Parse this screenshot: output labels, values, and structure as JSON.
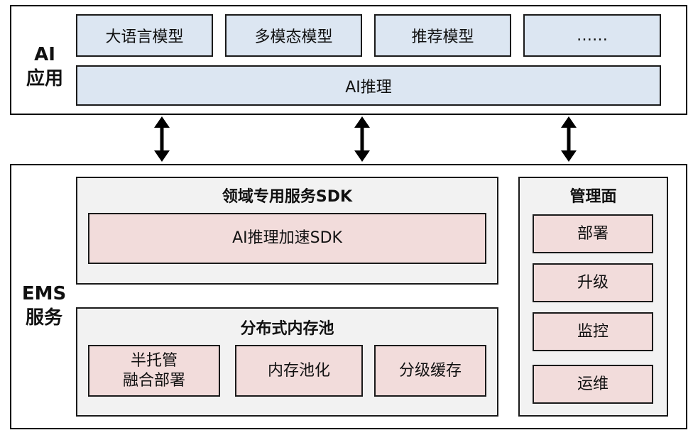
{
  "colors": {
    "model_fill": "#dce6f2",
    "panel_fill": "#f2f2f2",
    "component_fill": "#f2dcdb",
    "border": "#1a1a1a",
    "arrow": "#000000"
  },
  "ai_app": {
    "label_line1": "AI",
    "label_line2": "应用",
    "models": [
      "大语言模型",
      "多模态模型",
      "推荐模型",
      "……"
    ],
    "inference": "AI推理"
  },
  "ems": {
    "label_line1": "EMS",
    "label_line2": "服务",
    "sdk_panel": {
      "title": "领域专用服务SDK",
      "item": "AI推理加速SDK"
    },
    "pool_panel": {
      "title": "分布式内存池",
      "items": [
        {
          "line1": "半托管",
          "line2": "融合部署"
        },
        {
          "line1": "内存池化",
          "line2": ""
        },
        {
          "line1": "分级缓存",
          "line2": ""
        }
      ]
    },
    "mgmt_panel": {
      "title": "管理面",
      "items": [
        "部署",
        "升级",
        "监控",
        "运维"
      ]
    }
  },
  "arrows": {
    "count": 3,
    "direction": "bidirectional"
  }
}
